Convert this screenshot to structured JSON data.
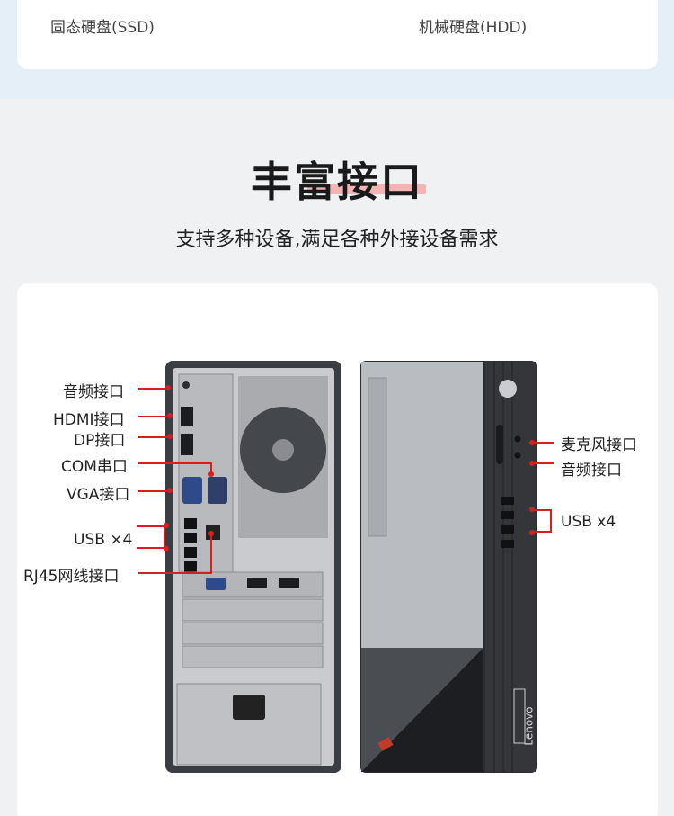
{
  "storage": {
    "ssd_label": "固态硬盘(SSD)",
    "hdd_label": "机械硬盘(HDD)"
  },
  "section": {
    "title": "丰富接口",
    "subtitle": "支持多种设备,满足各种外接设备需求"
  },
  "rear_ports": {
    "audio": "音频接口",
    "hdmi": "HDMI接口",
    "dp": "DP接口",
    "com": "COM串口",
    "vga": "VGA接口",
    "usb": "USB ×4",
    "rj45": "RJ45网线接口"
  },
  "front_ports": {
    "mic": "麦克风接口",
    "audio": "音频接口",
    "usb": "USB x4"
  },
  "brand": "Lenovo",
  "colors": {
    "accent_red": "#d62020",
    "title_underline": "#f4b4b4",
    "top_band": "#e4eff7"
  }
}
